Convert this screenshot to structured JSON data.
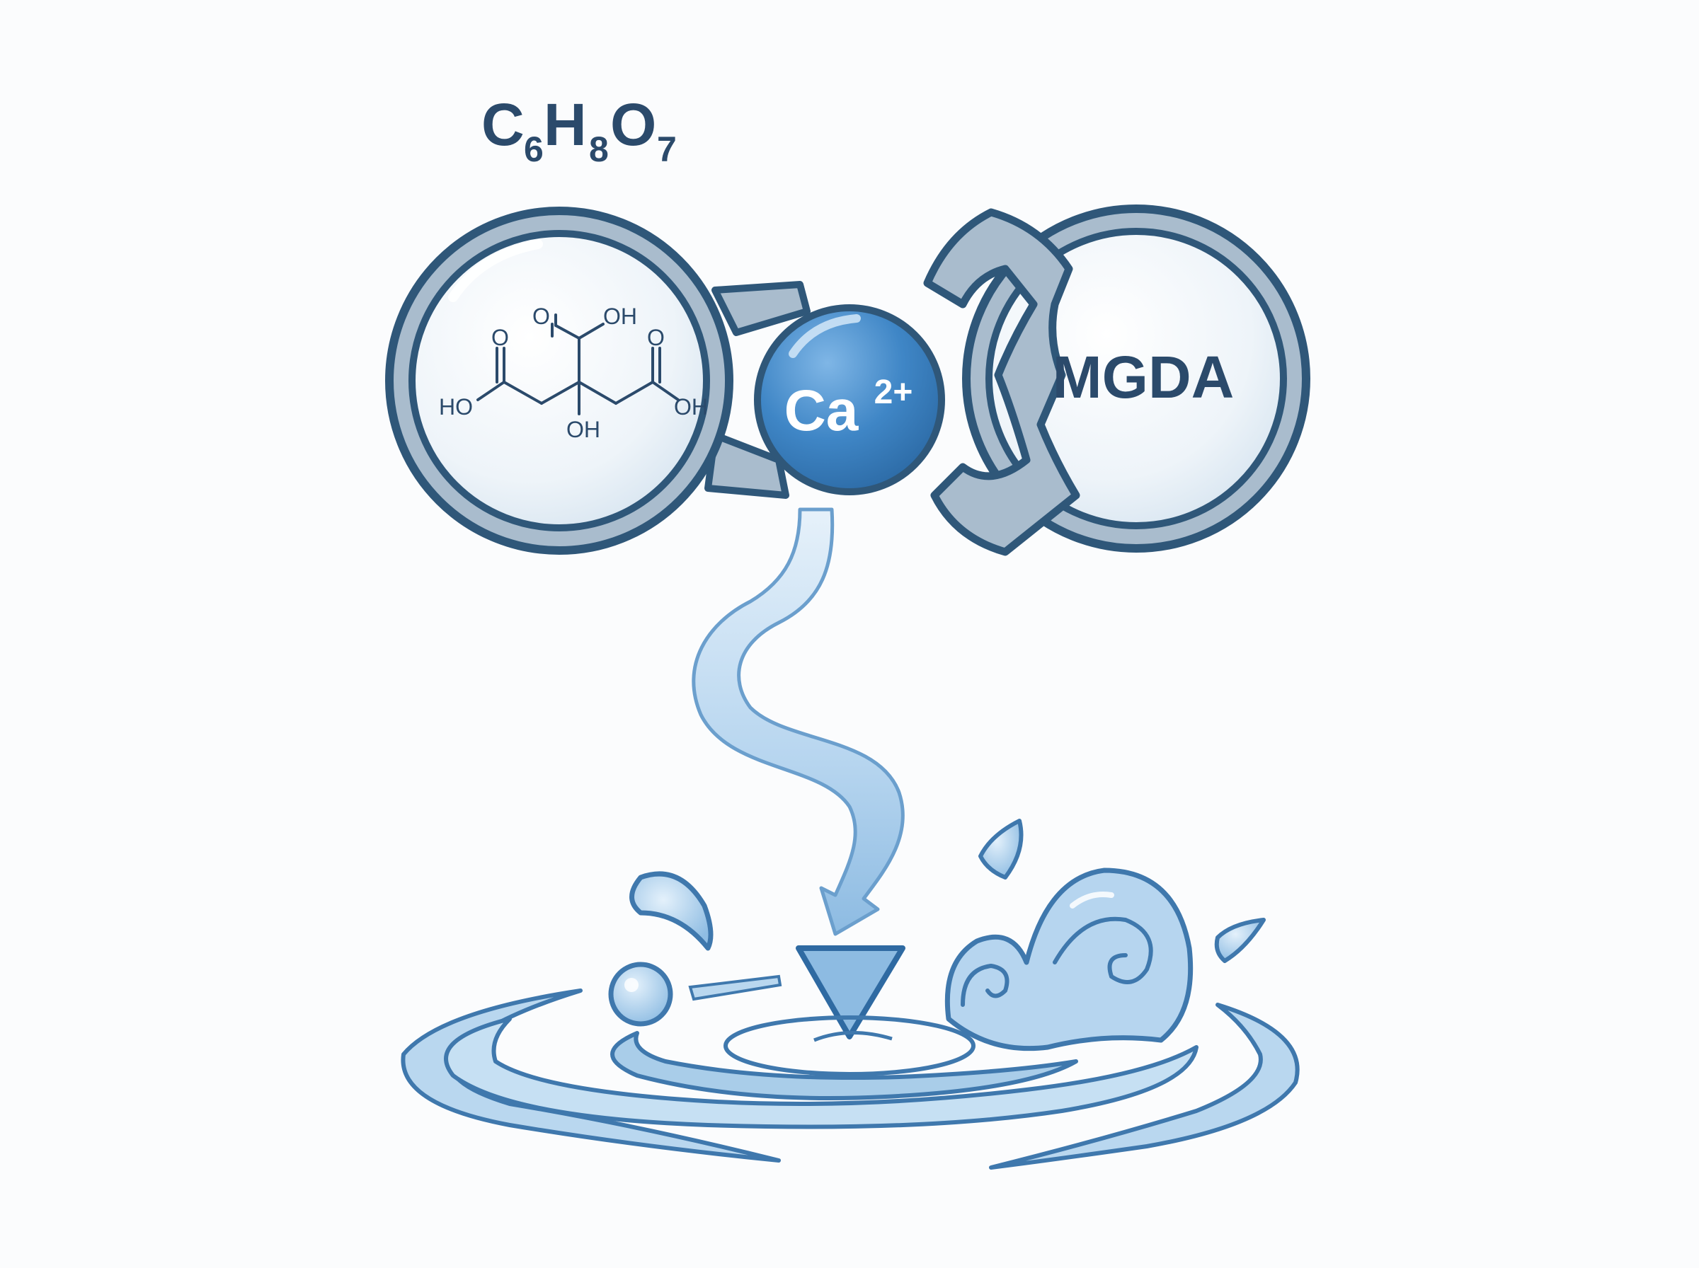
{
  "formula": {
    "c": "C",
    "c_sub": "6",
    "h": "H",
    "h_sub": "8",
    "o": "O",
    "o_sub": "7"
  },
  "citric_structure": {
    "top_o": "O",
    "top_oh": "OH",
    "left_o": "O",
    "left_ho": "HO",
    "right_o": "O",
    "right_oh": "OH",
    "center_oh": "OH"
  },
  "ion": {
    "symbol": "Ca",
    "charge": "2+"
  },
  "chelator": {
    "name": "MGDA"
  },
  "colors": {
    "dark_outline": "#2f5779",
    "ring_fill": "#a9bccd",
    "bubble_fill": "#eef4f9",
    "ion_blue": "#3f86c6",
    "water_light": "#b9d7ef",
    "water_mid": "#8fbde3",
    "text_dark": "#2b4a6b"
  }
}
